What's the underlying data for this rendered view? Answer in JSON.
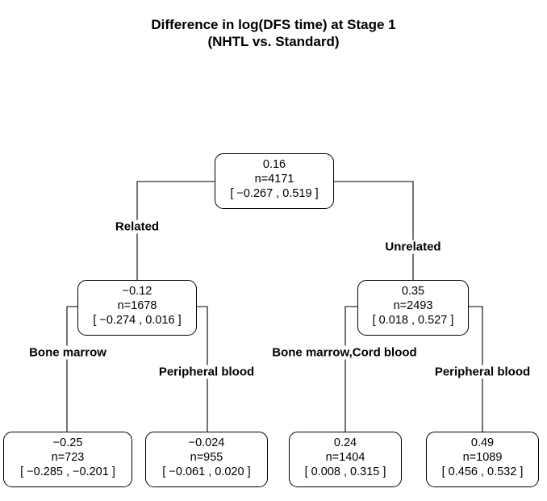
{
  "title": {
    "line1": "Difference in log(DFS time) at Stage 1",
    "line2": "(NHTL vs. Standard)"
  },
  "nodes": {
    "root": {
      "value": "0.16",
      "n": "n=4171",
      "ci": "[ −0.267 , 0.519 ]"
    },
    "related": {
      "value": "−0.12",
      "n": "n=1678",
      "ci": "[ −0.274 , 0.016 ]"
    },
    "unrelated": {
      "value": "0.35",
      "n": "n=2493",
      "ci": "[ 0.018 , 0.527 ]"
    },
    "related_bm": {
      "value": "−0.25",
      "n": "n=723",
      "ci": "[ −0.285 , −0.201 ]"
    },
    "related_pb": {
      "value": "−0.024",
      "n": "n=955",
      "ci": "[ −0.061 , 0.020 ]"
    },
    "unrelated_bmcb": {
      "value": "0.24",
      "n": "n=1404",
      "ci": "[ 0.008 , 0.315 ]"
    },
    "unrelated_pb": {
      "value": "0.49",
      "n": "n=1089",
      "ci": "[ 0.456 , 0.532 ]"
    }
  },
  "edges": {
    "related": "Related",
    "unrelated": "Unrelated",
    "bone_marrow": "Bone marrow",
    "peripheral_blood_left": "Peripheral blood",
    "bone_marrow_cord_blood": "Bone marrow,Cord blood",
    "peripheral_blood_right": "Peripheral blood"
  }
}
